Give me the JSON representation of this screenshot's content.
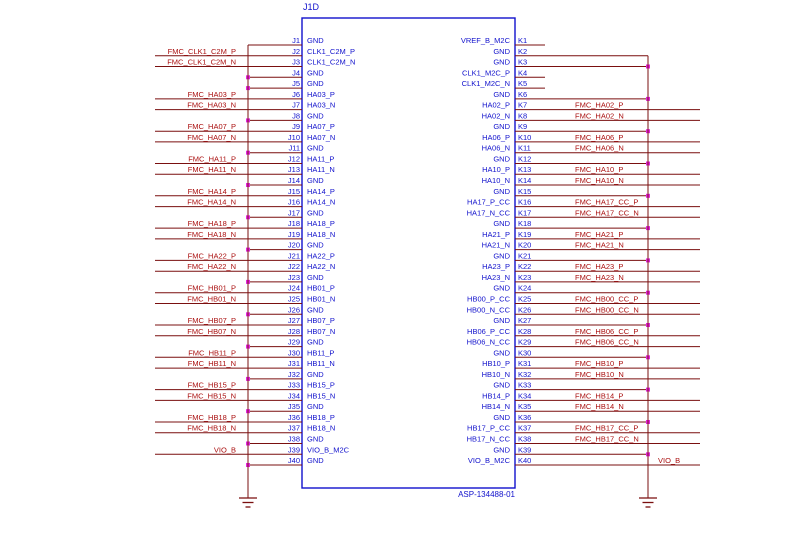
{
  "connector": {
    "refdes": "J1D",
    "part_number": "ASP-134488-01",
    "left_pins": [
      {
        "pin": "J1",
        "signal": "GND",
        "net": ""
      },
      {
        "pin": "J2",
        "signal": "CLK1_C2M_P",
        "net": "FMC_CLK1_C2M_P"
      },
      {
        "pin": "J3",
        "signal": "CLK1_C2M_N",
        "net": "FMC_CLK1_C2M_N"
      },
      {
        "pin": "J4",
        "signal": "GND",
        "net": ""
      },
      {
        "pin": "J5",
        "signal": "GND",
        "net": ""
      },
      {
        "pin": "J6",
        "signal": "HA03_P",
        "net": "FMC_HA03_P"
      },
      {
        "pin": "J7",
        "signal": "HA03_N",
        "net": "FMC_HA03_N"
      },
      {
        "pin": "J8",
        "signal": "GND",
        "net": ""
      },
      {
        "pin": "J9",
        "signal": "HA07_P",
        "net": "FMC_HA07_P"
      },
      {
        "pin": "J10",
        "signal": "HA07_N",
        "net": "FMC_HA07_N"
      },
      {
        "pin": "J11",
        "signal": "GND",
        "net": ""
      },
      {
        "pin": "J12",
        "signal": "HA11_P",
        "net": "FMC_HA11_P"
      },
      {
        "pin": "J13",
        "signal": "HA11_N",
        "net": "FMC_HA11_N"
      },
      {
        "pin": "J14",
        "signal": "GND",
        "net": ""
      },
      {
        "pin": "J15",
        "signal": "HA14_P",
        "net": "FMC_HA14_P"
      },
      {
        "pin": "J16",
        "signal": "HA14_N",
        "net": "FMC_HA14_N"
      },
      {
        "pin": "J17",
        "signal": "GND",
        "net": ""
      },
      {
        "pin": "J18",
        "signal": "HA18_P",
        "net": "FMC_HA18_P"
      },
      {
        "pin": "J19",
        "signal": "HA18_N",
        "net": "FMC_HA18_N"
      },
      {
        "pin": "J20",
        "signal": "GND",
        "net": ""
      },
      {
        "pin": "J21",
        "signal": "HA22_P",
        "net": "FMC_HA22_P"
      },
      {
        "pin": "J22",
        "signal": "HA22_N",
        "net": "FMC_HA22_N"
      },
      {
        "pin": "J23",
        "signal": "GND",
        "net": ""
      },
      {
        "pin": "J24",
        "signal": "HB01_P",
        "net": "FMC_HB01_P"
      },
      {
        "pin": "J25",
        "signal": "HB01_N",
        "net": "FMC_HB01_N"
      },
      {
        "pin": "J26",
        "signal": "GND",
        "net": ""
      },
      {
        "pin": "J27",
        "signal": "HB07_P",
        "net": "FMC_HB07_P"
      },
      {
        "pin": "J28",
        "signal": "HB07_N",
        "net": "FMC_HB07_N"
      },
      {
        "pin": "J29",
        "signal": "GND",
        "net": ""
      },
      {
        "pin": "J30",
        "signal": "HB11_P",
        "net": "FMC_HB11_P"
      },
      {
        "pin": "J31",
        "signal": "HB11_N",
        "net": "FMC_HB11_N"
      },
      {
        "pin": "J32",
        "signal": "GND",
        "net": ""
      },
      {
        "pin": "J33",
        "signal": "HB15_P",
        "net": "FMC_HB15_P"
      },
      {
        "pin": "J34",
        "signal": "HB15_N",
        "net": "FMC_HB15_N"
      },
      {
        "pin": "J35",
        "signal": "GND",
        "net": ""
      },
      {
        "pin": "J36",
        "signal": "HB18_P",
        "net": "FMC_HB18_P"
      },
      {
        "pin": "J37",
        "signal": "HB18_N",
        "net": "FMC_HB18_N"
      },
      {
        "pin": "J38",
        "signal": "GND",
        "net": ""
      },
      {
        "pin": "J39",
        "signal": "VIO_B_M2C",
        "net": "VIO_B"
      },
      {
        "pin": "J40",
        "signal": "GND",
        "net": ""
      }
    ],
    "right_pins": [
      {
        "pin": "K1",
        "signal": "VREF_B_M2C",
        "net": ""
      },
      {
        "pin": "K2",
        "signal": "GND",
        "net": ""
      },
      {
        "pin": "K3",
        "signal": "GND",
        "net": ""
      },
      {
        "pin": "K4",
        "signal": "CLK1_M2C_P",
        "net": ""
      },
      {
        "pin": "K5",
        "signal": "CLK1_M2C_N",
        "net": ""
      },
      {
        "pin": "K6",
        "signal": "GND",
        "net": ""
      },
      {
        "pin": "K7",
        "signal": "HA02_P",
        "net": "FMC_HA02_P"
      },
      {
        "pin": "K8",
        "signal": "HA02_N",
        "net": "FMC_HA02_N"
      },
      {
        "pin": "K9",
        "signal": "GND",
        "net": ""
      },
      {
        "pin": "K10",
        "signal": "HA06_P",
        "net": "FMC_HA06_P"
      },
      {
        "pin": "K11",
        "signal": "HA06_N",
        "net": "FMC_HA06_N"
      },
      {
        "pin": "K12",
        "signal": "GND",
        "net": ""
      },
      {
        "pin": "K13",
        "signal": "HA10_P",
        "net": "FMC_HA10_P"
      },
      {
        "pin": "K14",
        "signal": "HA10_N",
        "net": "FMC_HA10_N"
      },
      {
        "pin": "K15",
        "signal": "GND",
        "net": ""
      },
      {
        "pin": "K16",
        "signal": "HA17_P_CC",
        "net": "FMC_HA17_CC_P"
      },
      {
        "pin": "K17",
        "signal": "HA17_N_CC",
        "net": "FMC_HA17_CC_N"
      },
      {
        "pin": "K18",
        "signal": "GND",
        "net": ""
      },
      {
        "pin": "K19",
        "signal": "HA21_P",
        "net": "FMC_HA21_P"
      },
      {
        "pin": "K20",
        "signal": "HA21_N",
        "net": "FMC_HA21_N"
      },
      {
        "pin": "K21",
        "signal": "GND",
        "net": ""
      },
      {
        "pin": "K22",
        "signal": "HA23_P",
        "net": "FMC_HA23_P"
      },
      {
        "pin": "K23",
        "signal": "HA23_N",
        "net": "FMC_HA23_N"
      },
      {
        "pin": "K24",
        "signal": "GND",
        "net": ""
      },
      {
        "pin": "K25",
        "signal": "HB00_P_CC",
        "net": "FMC_HB00_CC_P"
      },
      {
        "pin": "K26",
        "signal": "HB00_N_CC",
        "net": "FMC_HB00_CC_N"
      },
      {
        "pin": "K27",
        "signal": "GND",
        "net": ""
      },
      {
        "pin": "K28",
        "signal": "HB06_P_CC",
        "net": "FMC_HB06_CC_P"
      },
      {
        "pin": "K29",
        "signal": "HB06_N_CC",
        "net": "FMC_HB06_CC_N"
      },
      {
        "pin": "K30",
        "signal": "GND",
        "net": ""
      },
      {
        "pin": "K31",
        "signal": "HB10_P",
        "net": "FMC_HB10_P"
      },
      {
        "pin": "K32",
        "signal": "HB10_N",
        "net": "FMC_HB10_N"
      },
      {
        "pin": "K33",
        "signal": "GND",
        "net": ""
      },
      {
        "pin": "K34",
        "signal": "HB14_P",
        "net": "FMC_HB14_P"
      },
      {
        "pin": "K35",
        "signal": "HB14_N",
        "net": "FMC_HB14_N"
      },
      {
        "pin": "K36",
        "signal": "GND",
        "net": ""
      },
      {
        "pin": "K37",
        "signal": "HB17_P_CC",
        "net": "FMC_HB17_CC_P"
      },
      {
        "pin": "K38",
        "signal": "HB17_N_CC",
        "net": "FMC_HB17_CC_N"
      },
      {
        "pin": "K39",
        "signal": "GND",
        "net": ""
      },
      {
        "pin": "K40",
        "signal": "VIO_B_M2C",
        "net": "VIO_B"
      }
    ]
  },
  "colors": {
    "symbol": "#1111cc",
    "wire": "#7a0f0f",
    "net_label": "#aa0f0f",
    "junction": "#e326e3",
    "background": "#ffffff"
  }
}
